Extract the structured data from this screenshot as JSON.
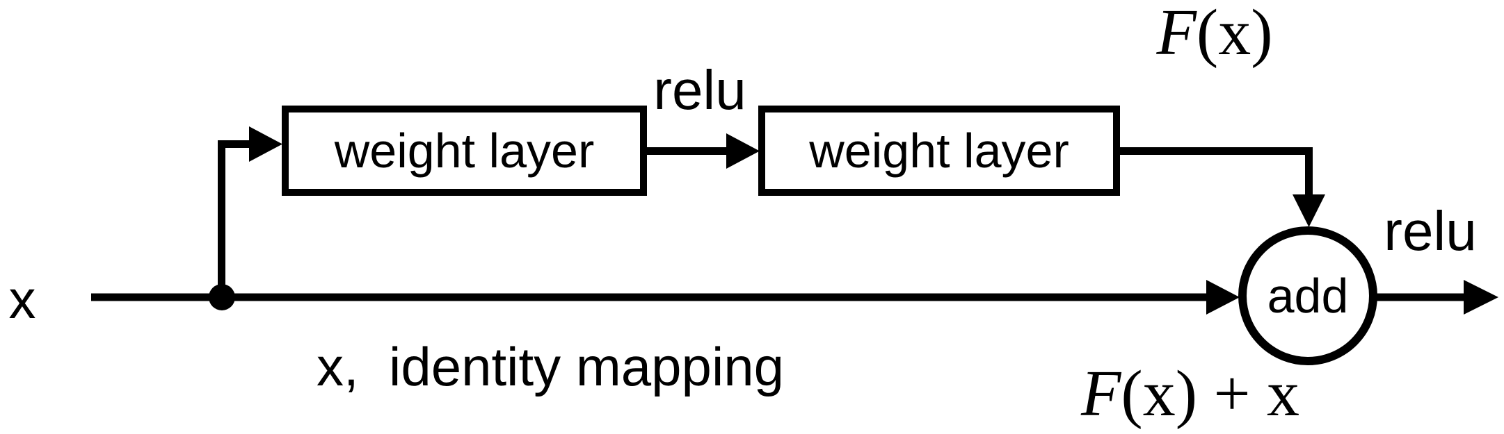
{
  "colors": {
    "ink": "#000000",
    "background": "#ffffff"
  },
  "labels": {
    "input": "x",
    "box1": "weight layer",
    "box2": "weight layer",
    "relu_mid": "relu",
    "relu_out": "relu",
    "add": "add",
    "fx_f": "F",
    "fx_rest": "(x)",
    "sum_f": "F",
    "sum_rest": "(x) + x",
    "identity": "x,  identity mapping"
  }
}
